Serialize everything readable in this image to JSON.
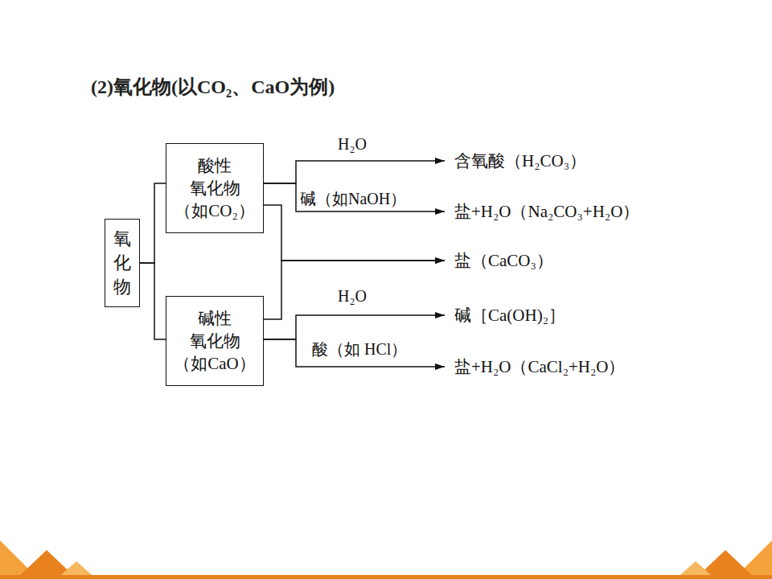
{
  "diagram": {
    "title": "(2)氧化物(以CO₂、CaO为例)",
    "nodes": [
      {
        "text": [
          "氧化物"
        ]
      },
      {
        "text": [
          "酸性 氧化物 （如CO₂）"
        ]
      },
      {
        "text": [
          "碱性 氧化物 （如CaO）"
        ]
      },
      {
        "text": [
          "含氧酸（H₂CO₃）"
        ]
      },
      {
        "text": [
          "盐+H₂O（Na₂CO₃+H₂O）"
        ]
      },
      {
        "text": [
          "盐（CaCO₃）"
        ]
      },
      {
        "text": [
          "碱［Ca(OH)₂］"
        ]
      },
      {
        "text": [
          "盐+H₂O（CaCl₂+H₂O）"
        ]
      }
    ],
    "edges": [
      {
        "from": 0,
        "to": 1,
        "arrow": "none"
      },
      {
        "from": 0,
        "to": 2,
        "arrow": "none"
      },
      {
        "from": 1,
        "to": 3,
        "arrow": "to",
        "label": "H₂O"
      },
      {
        "from": 1,
        "to": 4,
        "arrow": "to",
        "label": "碱（如NaOH）"
      },
      {
        "from": 1,
        "to": 5,
        "arrow": "to"
      },
      {
        "from": 2,
        "to": 5,
        "arrow": "to"
      },
      {
        "from": 2,
        "to": 6,
        "arrow": "to",
        "label": "H₂O"
      },
      {
        "from": 2,
        "to": 7,
        "arrow": "to",
        "label": "酸（如 HCl）"
      }
    ]
  }
}
